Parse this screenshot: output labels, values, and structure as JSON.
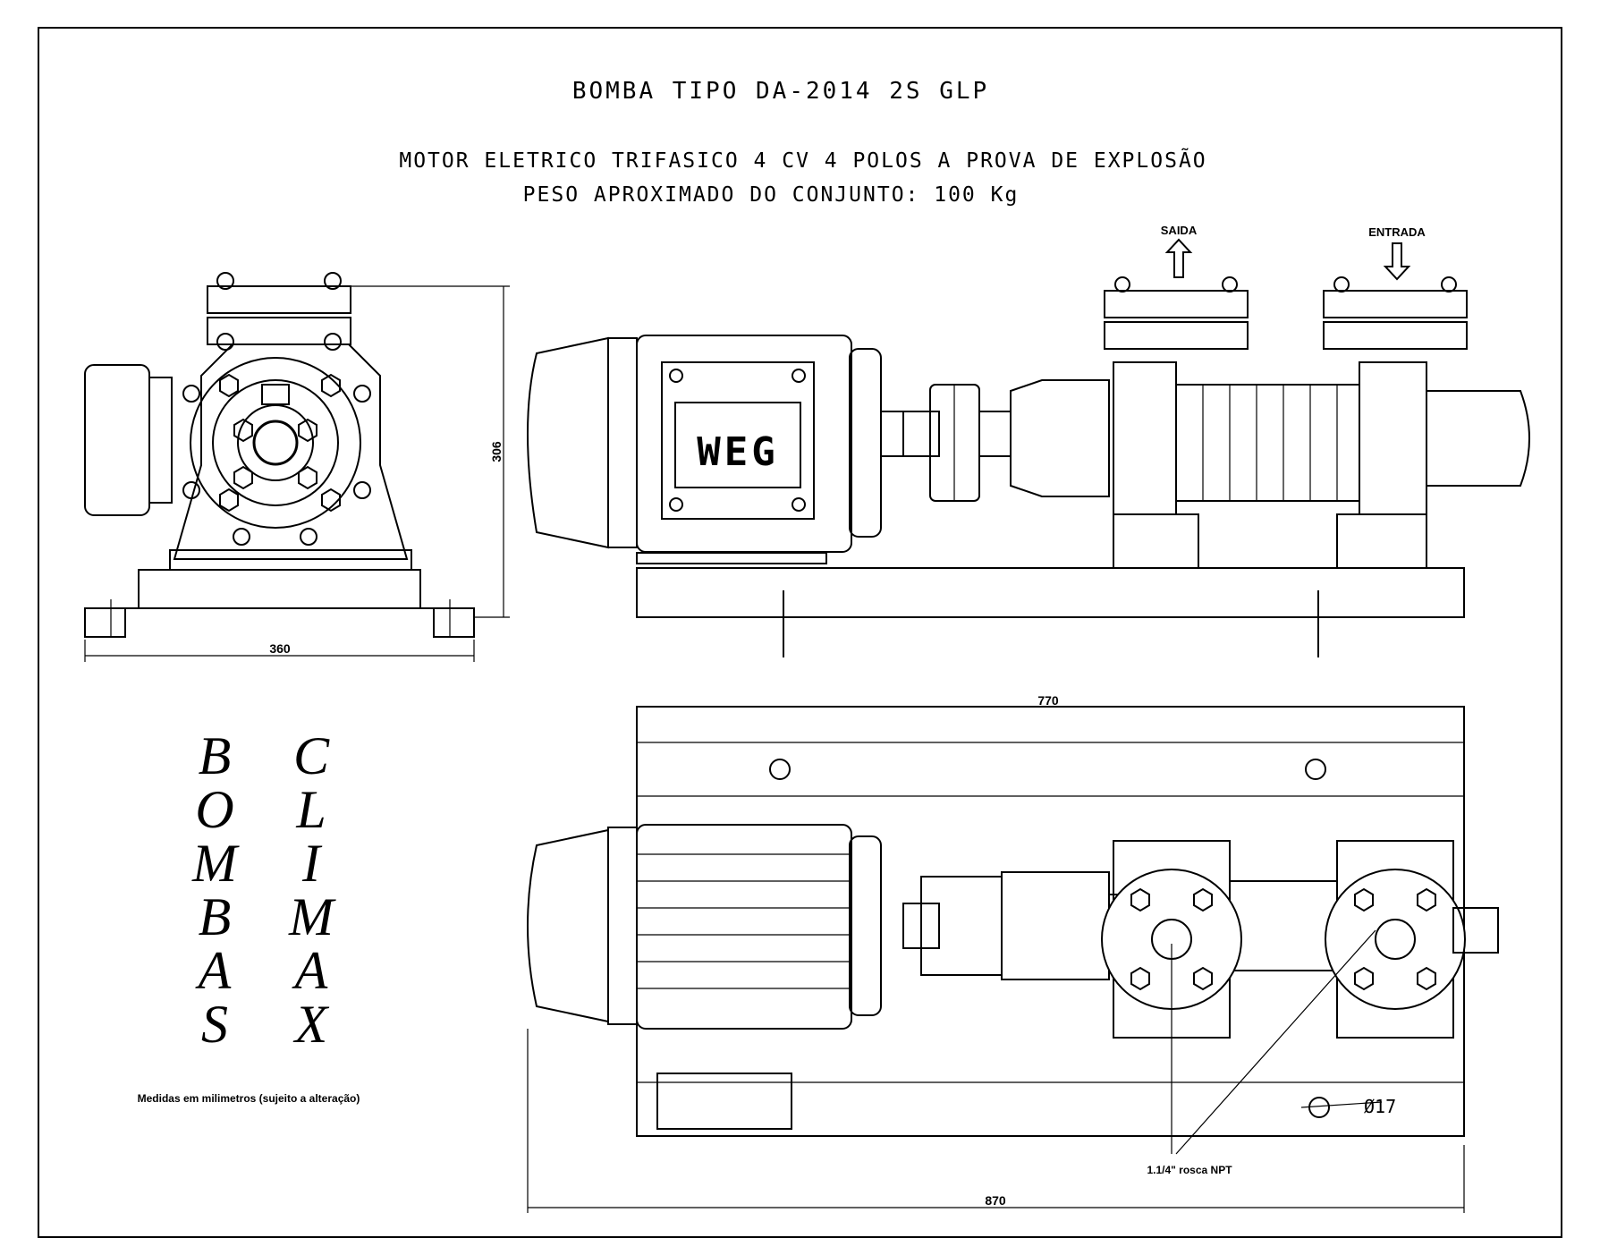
{
  "sheet": {
    "title": "BOMBA TIPO DA-2014 2S GLP",
    "subtitle_motor": "MOTOR ELETRICO TRIFASICO 4 CV 4 POLOS A PROVA DE EXPLOSÃO",
    "subtitle_weight": "PESO APROXIMADO DO CONJUNTO:  100 Kg"
  },
  "labels": {
    "outlet": "SAIDA",
    "inlet": "ENTRADA",
    "motor_brand": "WEG",
    "thread_note": "1.1/4\" rosca NPT",
    "hole_note": "Ø17",
    "units_note": "Medidas em milimetros (sujeito a alteração)"
  },
  "dimensions": {
    "front_width": "360",
    "front_height": "306",
    "base_length": "770",
    "total_length": "870"
  },
  "logo": {
    "left_column": [
      "B",
      "O",
      "M",
      "B",
      "A",
      "S"
    ],
    "right_column": [
      "C",
      "L",
      "I",
      "M",
      "A",
      "X"
    ]
  }
}
